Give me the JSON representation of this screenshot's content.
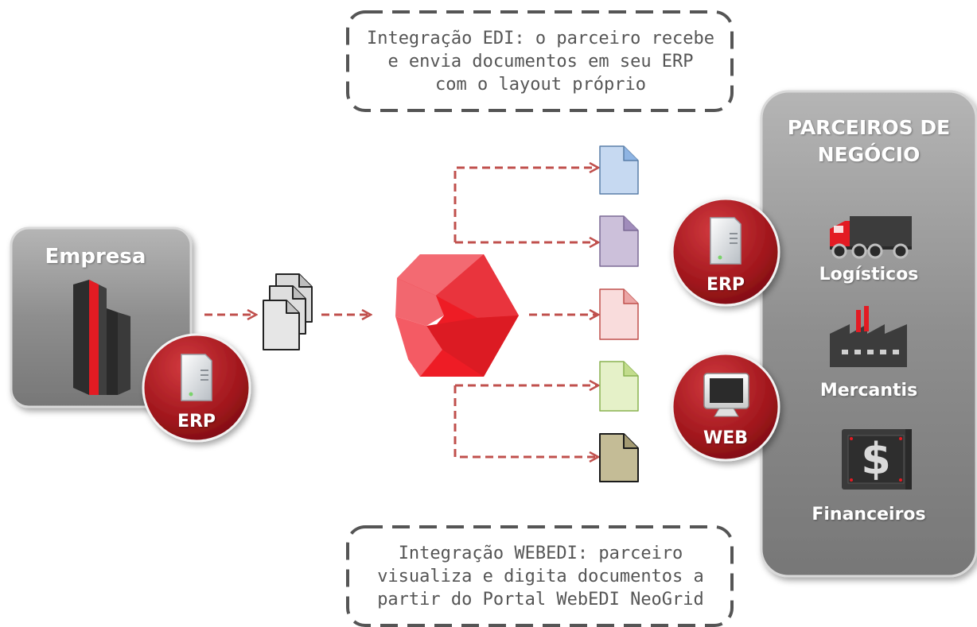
{
  "notes": {
    "edi": "Integração  EDI: o parceiro  recebe\ne envia  documentos  em seu ERP\ncom o layout  próprio",
    "webedi": "Integração  WEBEDI: parceiro\nvisualiza  e digita  documentos  a\npartir do Portal WebEDI NeoGrid"
  },
  "empresa": {
    "title": "Empresa",
    "badge": "ERP"
  },
  "partner_channels": {
    "erp": "ERP",
    "web": "WEB"
  },
  "parceiros": {
    "title_line1": "PARCEIROS DE",
    "title_line2": "NEGÓCIO",
    "items": [
      "Logísticos",
      "Mercantis",
      "Financeiros"
    ]
  },
  "colors": {
    "accent_red": "#a51c22",
    "dashed_arrow": "#c0504d",
    "panel_gray": "#8c8c8c",
    "doc_blue": "#c6d9f1",
    "doc_purple": "#ccc0da",
    "doc_pink": "#f2c8c8",
    "doc_green": "#d7e9b0",
    "doc_tan": "#c4bc96"
  }
}
